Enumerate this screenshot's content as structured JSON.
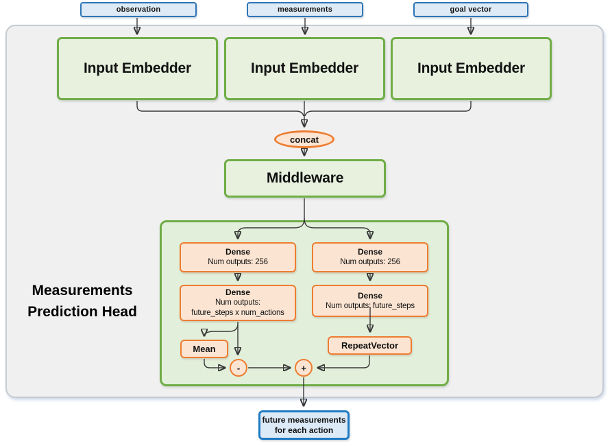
{
  "diagram": {
    "inputs": [
      {
        "label": "observation"
      },
      {
        "label": "measurements"
      },
      {
        "label": "goal vector"
      }
    ],
    "embedders": [
      {
        "label": "Input Embedder"
      },
      {
        "label": "Input Embedder"
      },
      {
        "label": "Input Embedder"
      }
    ],
    "concat_label": "concat",
    "middleware_label": "Middleware",
    "prediction_head": {
      "title_line1": "Measurements",
      "title_line2": "Prediction Head",
      "left_branch": {
        "dense1_title": "Dense",
        "dense1_detail": "Num outputs: 256",
        "dense2_title": "Dense",
        "dense2_detail_line1": "Num outputs:",
        "dense2_detail_line2": "future_steps x num_actions",
        "mean_label": "Mean",
        "op_label": "-"
      },
      "right_branch": {
        "dense1_title": "Dense",
        "dense1_detail": "Num outputs: 256",
        "dense2_title": "Dense",
        "dense2_detail": "Num outputs: future_steps",
        "repeat_label": "RepeatVector",
        "op_label": "+"
      }
    },
    "output": {
      "line1": "future measurements",
      "line2": "for each action"
    },
    "colors": {
      "blue_border": "#2e75b6",
      "blue_fill": "#deebf7",
      "output_blue_border": "#1f7ac3",
      "green_border": "#70ad47",
      "green_fill": "#e7f1de",
      "container_fill": "#e2efda",
      "orange_border": "#ed7d31",
      "orange_fill": "#fbe4d2",
      "panel_fill": "#f0f0f1",
      "panel_border": "#c6cad1",
      "wire": "#383838"
    }
  }
}
